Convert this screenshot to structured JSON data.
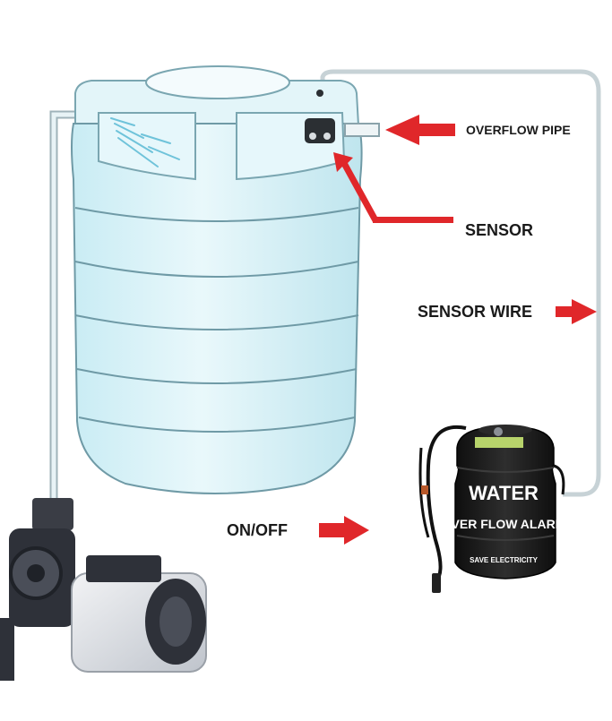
{
  "labels": {
    "overflow_pipe": "OVERFLOW PIPE",
    "sensor": "SENSOR",
    "sensor_wire": "SENSOR WIRE",
    "on_off": "ON/OFF"
  },
  "alarm_device": {
    "line1": "WATER",
    "line2": "OVER FLOW ALARM",
    "line3": "SAVE ELECTRICITY"
  },
  "colors": {
    "arrow": "#e0272a",
    "tank_fill": "#d7f1f7",
    "tank_stroke": "#6f9aa6",
    "pipe": "#c9d4d8",
    "alarm_body": "#1b1b1b"
  }
}
